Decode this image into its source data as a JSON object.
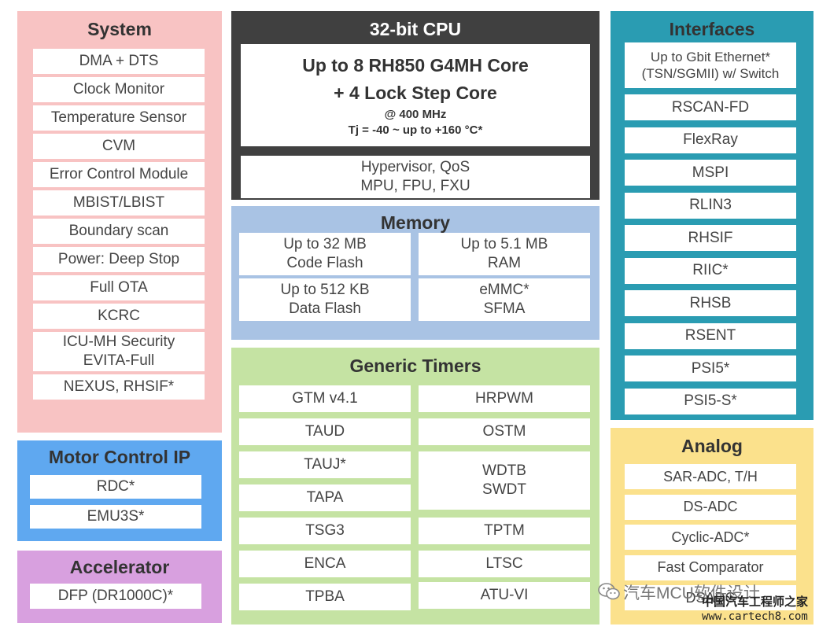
{
  "system": {
    "title": "System",
    "items": [
      "DMA + DTS",
      "Clock Monitor",
      "Temperature Sensor",
      "CVM",
      "Error Control Module",
      "MBIST/LBIST",
      "Boundary scan",
      "Power: Deep Stop",
      "Full OTA",
      "KCRC",
      "ICU-MH Security\nEVITA-Full",
      "NEXUS, RHSIF*"
    ]
  },
  "motor": {
    "title": "Motor Control IP",
    "items": [
      "RDC*",
      "EMU3S*"
    ]
  },
  "accelerator": {
    "title": "Accelerator",
    "items": [
      "DFP (DR1000C)*"
    ]
  },
  "cpu": {
    "title": "32-bit CPU",
    "line1": "Up to 8 RH850 G4MH Core",
    "line2": "+ 4 Lock Step Core",
    "line3": "@ 400 MHz",
    "line4": "Tj = -40 ~  up to +160 °C*",
    "features": "Hypervisor, QoS\nMPU, FPU, FXU"
  },
  "memory": {
    "title": "Memory",
    "items": [
      "Up to 32 MB\nCode Flash",
      "Up to 5.1 MB\nRAM",
      "Up to 512 KB\nData Flash",
      "eMMC*\nSFMA"
    ]
  },
  "timers": {
    "title": "Generic Timers",
    "left": [
      "GTM v4.1",
      "TAUD",
      "TAUJ*",
      "TAPA",
      "TSG3",
      "ENCA",
      "TPBA"
    ],
    "right": [
      "HRPWM",
      "OSTM",
      "WDTB\nSWDT",
      "TPTM",
      "LTSC",
      "ATU-VI"
    ]
  },
  "interfaces": {
    "title": "Interfaces",
    "items": [
      "Up to Gbit Ethernet*\n(TSN/SGMII) w/ Switch",
      "RSCAN-FD",
      "FlexRay",
      "MSPI",
      "RLIN3",
      "RHSIF",
      "RIIC*",
      "RHSB",
      "RSENT",
      "PSI5*",
      "PSI5-S*"
    ]
  },
  "analog": {
    "title": "Analog",
    "items": [
      "SAR-ADC, T/H",
      "DS-ADC",
      "Cyclic-ADC*",
      "Fast Comparator",
      "DSADC"
    ]
  },
  "watermark": {
    "text1": "汽车MCU软件设计",
    "text2": "中国汽车工程师之家",
    "text3": "www.cartech8.com"
  },
  "colors": {
    "system": "#f8c3c3",
    "motor": "#5fa8f0",
    "accelerator": "#d8a0df",
    "cpu": "#404040",
    "memory": "#a9c3e4",
    "timers": "#c5e3a3",
    "interfaces": "#2a9cb2",
    "analog": "#fbe18c"
  }
}
